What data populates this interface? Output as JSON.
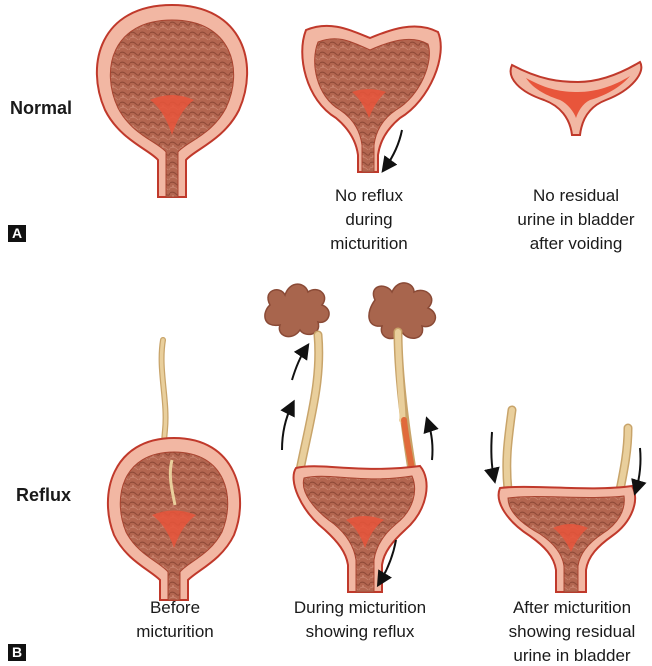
{
  "panels": {
    "a": {
      "letter": "A",
      "row_label": "Normal",
      "captions": [
        [
          "No reflux",
          "during",
          "micturition"
        ],
        [
          "No residual",
          "urine in bladder",
          "after voiding"
        ]
      ]
    },
    "b": {
      "letter": "B",
      "row_label": "Reflux",
      "captions": [
        [
          "Before",
          "micturition"
        ],
        [
          "During micturition",
          "showing reflux"
        ],
        [
          "After micturition",
          "showing residual",
          "urine in bladder"
        ]
      ]
    }
  },
  "colors": {
    "bladder_wall": "#f2b7a3",
    "bladder_outline": "#c0392b",
    "bladder_interior": "#b56a52",
    "trigone": "#e8553b",
    "ureter": "#e9cf9c",
    "ureter_reflux": "#e06a3b",
    "kidney": "#a8654d",
    "arrow": "#111111"
  }
}
